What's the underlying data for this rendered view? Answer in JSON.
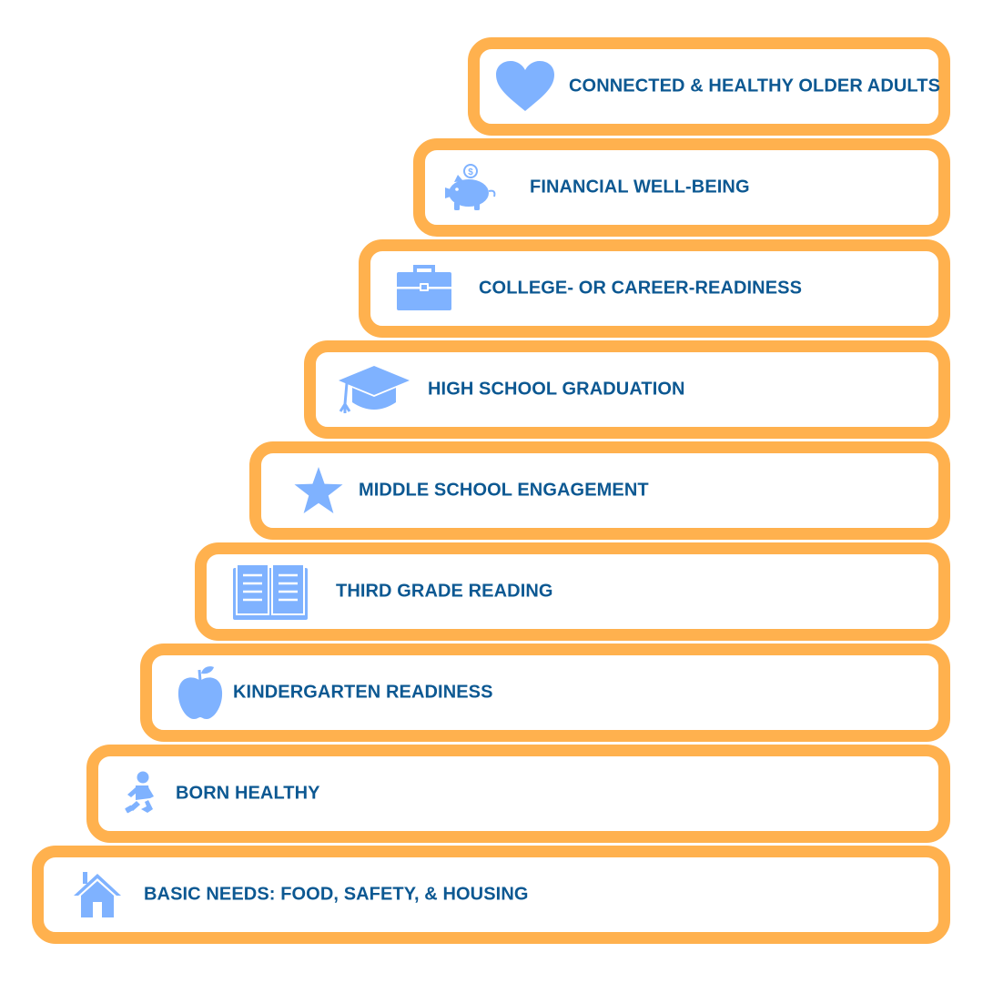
{
  "steps": [
    {
      "label": "CONNECTED & HEALTHY OLDER ADULTS",
      "icon": "heart-icon"
    },
    {
      "label": "FINANCIAL WELL-BEING",
      "icon": "piggy-bank-icon",
      "icon_text": "$"
    },
    {
      "label": "COLLEGE- OR CAREER-READINESS",
      "icon": "briefcase-icon"
    },
    {
      "label": "HIGH SCHOOL GRADUATION",
      "icon": "graduation-cap-icon"
    },
    {
      "label": "MIDDLE SCHOOL ENGAGEMENT",
      "icon": "star-icon"
    },
    {
      "label": "THIRD GRADE READING",
      "icon": "open-book-icon"
    },
    {
      "label": "KINDERGARTEN READINESS",
      "icon": "apple-icon"
    },
    {
      "label": "BORN HEALTHY",
      "icon": "baby-icon"
    },
    {
      "label": "BASIC NEEDS: FOOD, SAFETY, & HOUSING",
      "icon": "house-icon"
    }
  ],
  "colors": {
    "border": "#ffb14e",
    "text": "#0c5892",
    "icon": "#7fb2ff"
  }
}
